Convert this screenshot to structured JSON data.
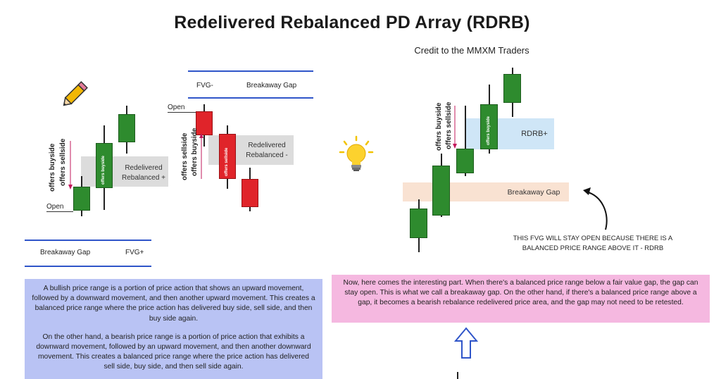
{
  "title": "Redelivered Rebalanced PD Array (RDRB)",
  "credit": "Credit to the MMXM Traders",
  "left_diagram": {
    "zone_label": "Redelivered Rebalanced +",
    "open_label": "Open",
    "offers_buyside": "offers buyside",
    "offers_sellside": "offers sellside",
    "candle_text": "offers buyside",
    "bottom_left": "Breakaway Gap",
    "bottom_right": "FVG+"
  },
  "middle_diagram": {
    "top_left": "FVG-",
    "top_right": "Breakaway Gap",
    "open_label": "Open",
    "offers_sellside": "offers sellside",
    "offers_buyside": "offers buyside",
    "candle_text": "offers sellside",
    "zone_label": "Redelivered Rebalanced -"
  },
  "right_diagram": {
    "rdrb_label": "RDRB+",
    "breakaway_label": "Breakaway Gap",
    "offers_buyside": "offers buyside",
    "offers_sellside": "offers sellside",
    "candle_text": "offers buyside",
    "note": "THIS FVG WILL STAY OPEN BECAUSE THERE IS A BALANCED PRICE RANGE ABOVE IT - RDRB"
  },
  "panels": {
    "blue_p1": "A bullish price range is a portion of price action that shows an upward movement, followed by a downward movement, and then another upward movement. This creates a balanced price range where the price action has delivered buy side, sell side, and then buy side again.",
    "blue_p2": "On the other hand, a bearish price range is a portion of price action that exhibits a downward movement, followed by an upward movement, and then another downward movement. This creates a balanced price range where the price action has delivered sell side, buy side, and then sell side again.",
    "pink": "Now, here comes the interesting part. When there's a balanced price range below a fair value gap, the gap can stay open. This is what we call a breakaway gap. On the other hand, if there's a balanced price range above a gap, it becomes a bearish rebalance redelivered price area, and the gap may not need to be retested."
  },
  "icons": [
    "pencil-icon",
    "lightbulb-icon",
    "up-arrow-icon",
    "curved-arrow-icon"
  ],
  "colors": {
    "bull": "#2e8b2e",
    "bear": "#e0242a",
    "rule": "#2f55c9",
    "blue_panel": "#b9c3f4",
    "pink_panel": "#f5b8e0",
    "rdrb_zone": "#cfe6f7",
    "breakaway_zone": "#f9e2d2",
    "grey_zone": "#dcdcdc"
  }
}
